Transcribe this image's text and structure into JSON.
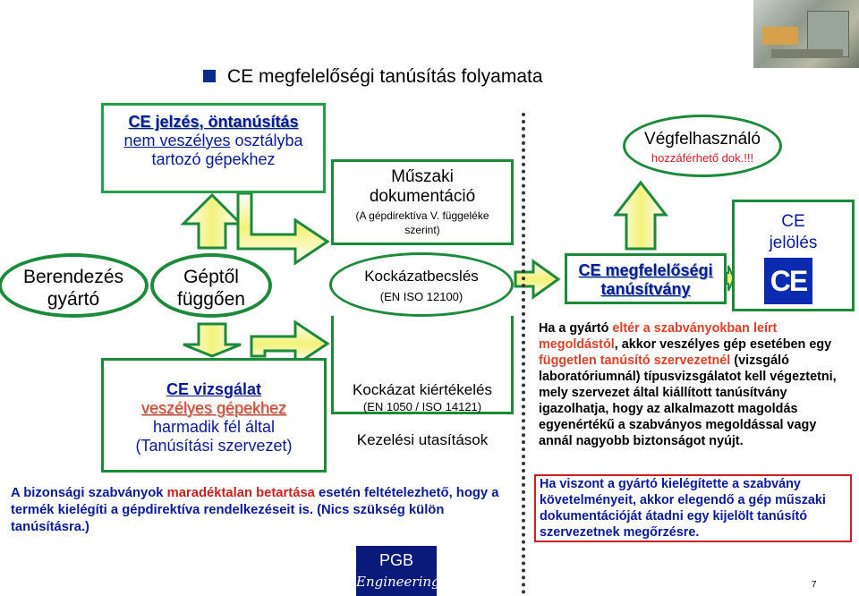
{
  "title": "CE megfelelőségi tanúsítás folyamata",
  "ce_box": {
    "title": "CE jelzés, öntanúsítás",
    "line2_u": "nem veszélyes",
    "line2_rest": " osztályba",
    "line3": "tartozó gépekhez"
  },
  "gyarto": {
    "line1": "Berendezés",
    "line2": "gyártó"
  },
  "geptol": {
    "line1": "Géptől",
    "line2": "függően"
  },
  "muszaki": {
    "line1": "Műszaki",
    "line2": "dokumentáció",
    "line3": "(A gépdirektíva V. függeléke",
    "line4": "szerint)"
  },
  "kockazat": {
    "line1": "Kockázatbecslés",
    "line2": "(EN ISO 12100)"
  },
  "risk": {
    "line1": "Kockázat kiértékelés",
    "line2": "(EN 1050 / ISO 14121)",
    "line3": "Kezelési utasítások"
  },
  "vizsgalat": {
    "line1": "CE vizsgálat",
    "line2": "veszélyes gépekhez",
    "line3": "harmadik fél által",
    "line4": "(Tanúsítási szervezet)"
  },
  "vegfel": {
    "line1": "Végfelhasználó",
    "line2": "hozzáférhető dok.!!!"
  },
  "ce_megf": {
    "line1": "CE megfelelőségi",
    "line2": "tanúsítvány"
  },
  "ce_jelo": {
    "line1": "CE",
    "line2": "jelölés",
    "mark": "CE"
  },
  "right_para": {
    "p1": "Ha a gyártó ",
    "p2": "eltér a szabványokban leírt megoldástól",
    "p3": ", akkor veszélyes gép esetében egy ",
    "p4": "független tanúsító szervezetnél",
    "p5": " (vizsgáló laboratóriumnál) típusvizsgálatot kell végeztetni, mely szervezet által kiállított tanúsítvány igazolhatja, hogy az alkalmazott magoldás egyenértékű a szabványos megoldással vagy annál nagyobb biztonságot nyújt."
  },
  "ha_viszont": "Ha viszont a gyártó kielégítette a szabvány követelményeit, akkor elegendő a gép műszaki dokumentációját átadni egy kijelölt tanúsító szervezetnek megőrzésre.",
  "left_para": {
    "p1": "A bizonsági szabványok ",
    "p2": "maradéktalan betartása",
    "p3": " esetén feltételezhető, hogy a termék kielégíti a gépdirektíva rendelkezéseit is. (Nics szükség külön tanúsításra.)"
  },
  "pgb": {
    "line1": "PGB",
    "line2": "Engineering"
  },
  "page_number": "7",
  "colors": {
    "green": "#1b8a3a",
    "yellow": "#f2f27a",
    "blue": "#0a1a9a",
    "red": "#e0402a"
  }
}
